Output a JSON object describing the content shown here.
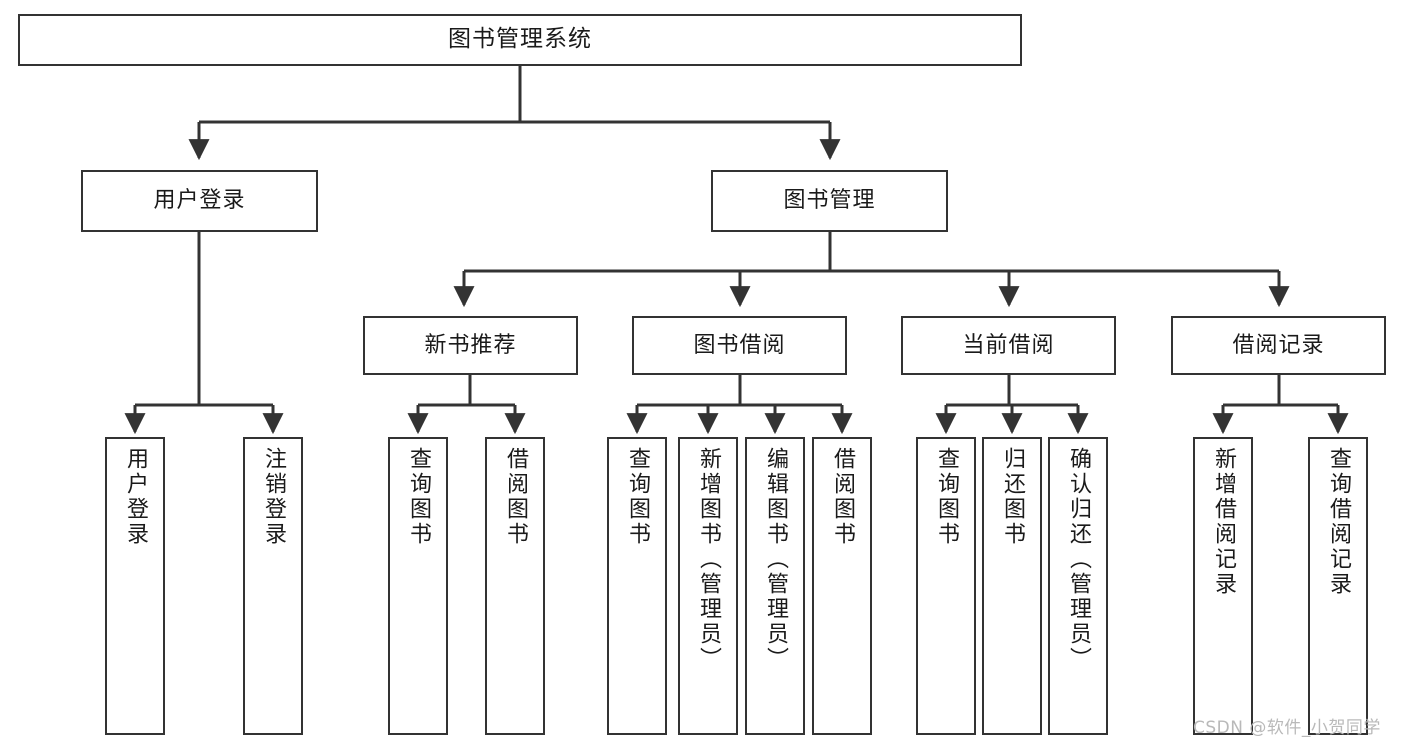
{
  "diagram": {
    "title": "图书管理系统",
    "type": "tree-hierarchy-diagram",
    "colors": {
      "node_border": "#333333",
      "node_fill": "#ffffff",
      "edge": "#333333",
      "text": "#1a1a1a",
      "watermark": "#b9b9b9",
      "background": "#ffffff"
    },
    "root": {
      "label": "图书管理系统"
    },
    "level2": [
      {
        "label": "用户登录"
      },
      {
        "label": "图书管理"
      }
    ],
    "level3": [
      {
        "label": "新书推荐"
      },
      {
        "label": "图书借阅"
      },
      {
        "label": "当前借阅"
      },
      {
        "label": "借阅记录"
      }
    ],
    "leaves": {
      "user_login": [
        {
          "label": "用户登录"
        },
        {
          "label": "注销登录"
        }
      ],
      "new_book_recommend": [
        {
          "label": "查询图书"
        },
        {
          "label": "借阅图书"
        }
      ],
      "book_borrow": [
        {
          "label": "查询图书"
        },
        {
          "label": "新增图书（管理员）"
        },
        {
          "label": "编辑图书（管理员）"
        },
        {
          "label": "借阅图书"
        }
      ],
      "current_borrow": [
        {
          "label": "查询图书"
        },
        {
          "label": "归还图书"
        },
        {
          "label": "确认归还（管理员）"
        }
      ],
      "borrow_record": [
        {
          "label": "新增借阅记录"
        },
        {
          "label": "查询借阅记录"
        }
      ]
    },
    "watermark": "CSDN @软件_小贺同学"
  }
}
